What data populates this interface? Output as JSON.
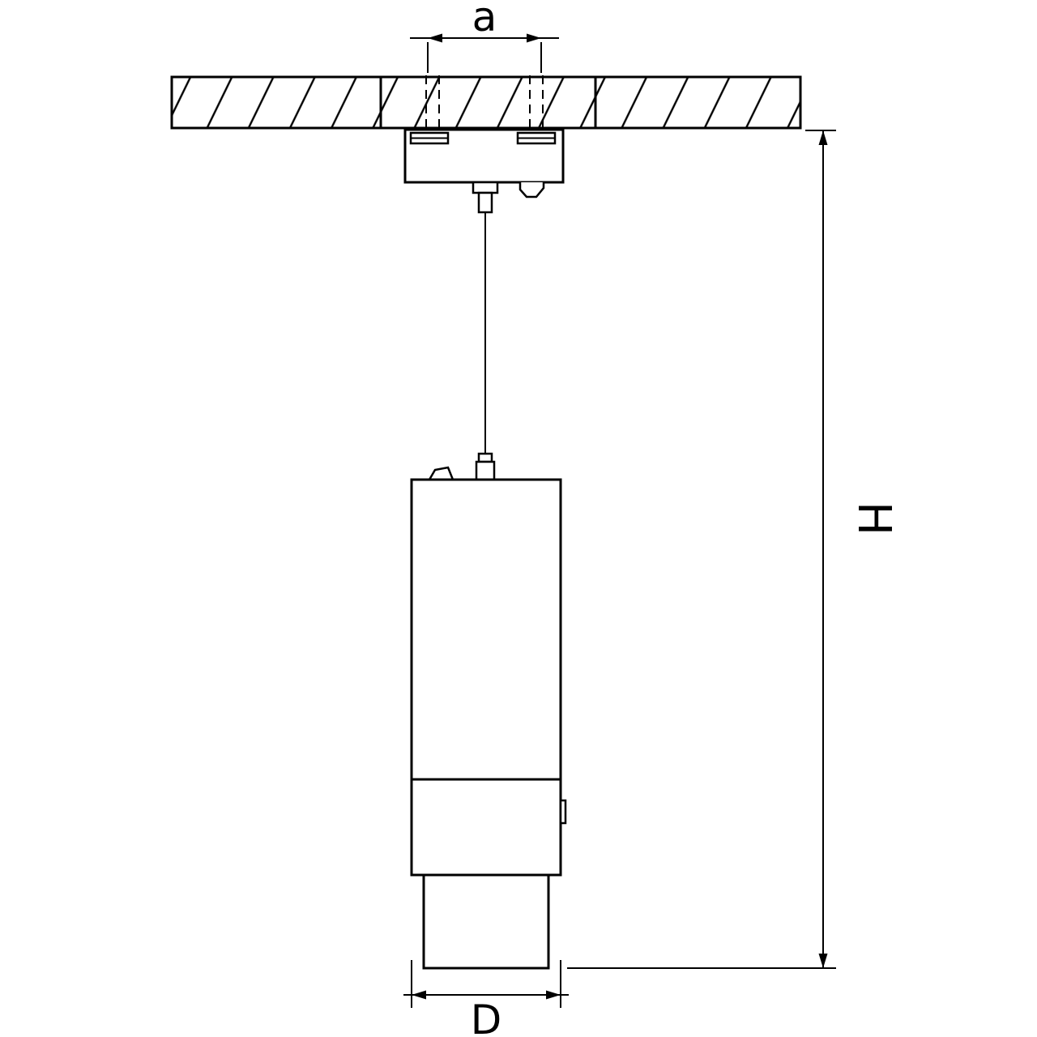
{
  "drawing": {
    "labels": {
      "a": "a",
      "d": "D",
      "h": "H"
    },
    "colors": {
      "line": "#000000",
      "background": "#ffffff"
    }
  }
}
